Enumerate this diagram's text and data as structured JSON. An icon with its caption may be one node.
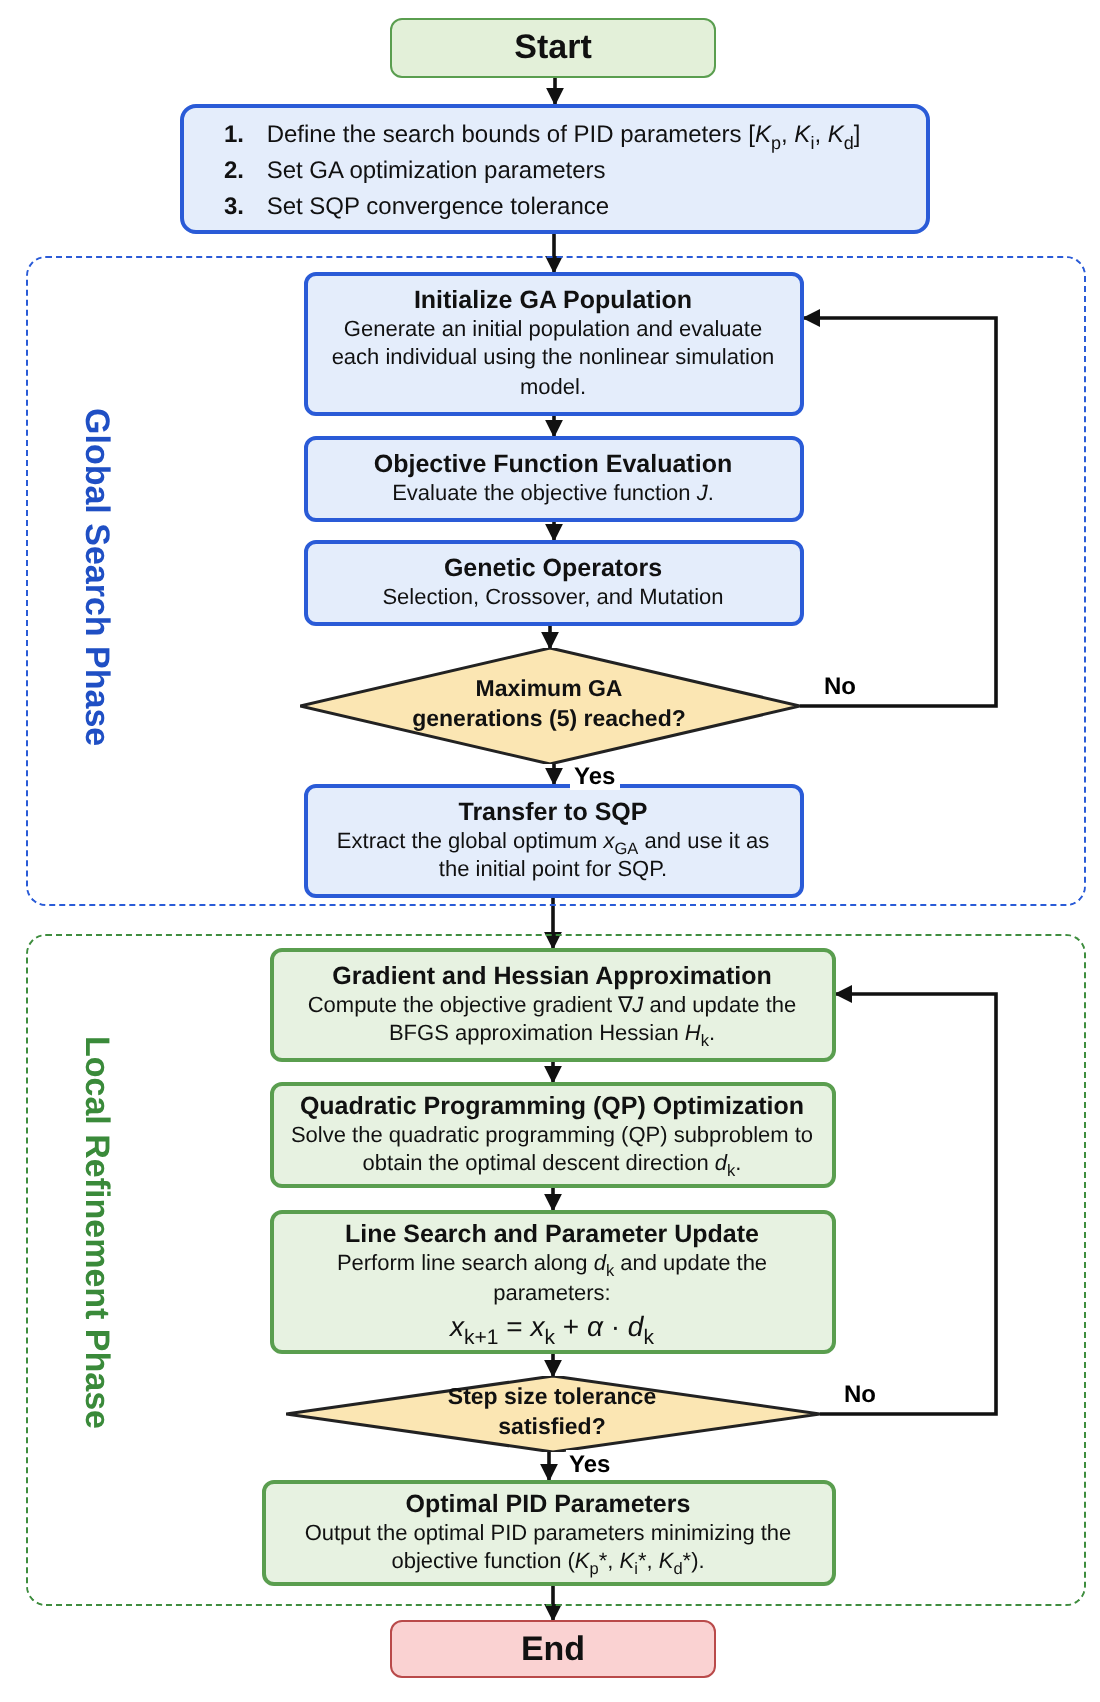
{
  "diagram": {
    "nodes": [
      {
        "text": [
          "Start"
        ]
      },
      {
        "text": [
          "**1.** Define the search bounds of PID parameters [*K*$_{p}$, *K*$_{i}$, *K*$_{d}$]",
          "**2.** Set GA optimization parameters",
          "**3.** Set SQP convergence tolerance"
        ]
      },
      {
        "text": [
          "Global Search Phase"
        ]
      },
      {
        "text": [
          "Initialize GA Population",
          "Generate an initial population and evaluate each individual using the nonlinear simulation model."
        ],
        "in": 2
      },
      {
        "text": [
          "Objective Function Evaluation",
          "Evaluate the objective function *J*."
        ],
        "in": 2
      },
      {
        "text": [
          "Genetic Operators",
          "Selection, Crossover, and Mutation"
        ],
        "in": 2
      },
      {
        "text": [
          "Maximum GA generations (5) reached?"
        ],
        "in": 2
      },
      {
        "text": [
          "Transfer to SQP",
          "Extract the global optimum *x*$_{GA}$ and use it as the initial point for SQP."
        ],
        "in": 2
      },
      {
        "text": [
          "Local Refinement Phase"
        ]
      },
      {
        "text": [
          "Gradient and Hessian Approximation",
          "Compute the objective gradient ∇*J* and update the BFGS approximation Hessian *H*$_{k}$."
        ],
        "in": 8
      },
      {
        "text": [
          "Quadratic Programming (QP) Optimization",
          "Solve the quadratic programming (QP) subproblem to obtain the optimal descent direction *d*$_{k}$."
        ],
        "in": 8
      },
      {
        "text": [
          "Line Search and Parameter Update",
          "Perform line search along *d*$_{k}$ and update the parameters:",
          "*x*$_{k+1}$ = *x*$_{k}$ + *α* · *d*$_{k}$"
        ],
        "in": 8
      },
      {
        "text": [
          "Step size tolerance satisfied?"
        ],
        "in": 8
      },
      {
        "text": [
          "Optimal PID Parameters",
          "Output the optimal PID parameters minimizing the objective function (*K*$_{p}$*, *K*$_{i}$*, *K*$_{d}$*)."
        ],
        "in": 8
      },
      {
        "text": [
          "End"
        ]
      }
    ],
    "edges": [
      {
        "from": 0,
        "to": 1,
        "arrow": "to"
      },
      {
        "from": 1,
        "to": 3,
        "arrow": "to"
      },
      {
        "from": 3,
        "to": 4,
        "arrow": "to"
      },
      {
        "from": 4,
        "to": 5,
        "arrow": "to"
      },
      {
        "from": 5,
        "to": 6,
        "arrow": "to"
      },
      {
        "from": 6,
        "to": 3,
        "arrow": "to",
        "label": "No"
      },
      {
        "from": 6,
        "to": 7,
        "arrow": "to",
        "label": "Yes"
      },
      {
        "from": 7,
        "to": 9,
        "arrow": "to"
      },
      {
        "from": 9,
        "to": 10,
        "arrow": "to"
      },
      {
        "from": 10,
        "to": 11,
        "arrow": "to"
      },
      {
        "from": 11,
        "to": 12,
        "arrow": "to"
      },
      {
        "from": 12,
        "to": 9,
        "arrow": "to",
        "label": "No"
      },
      {
        "from": 12,
        "to": 13,
        "arrow": "to",
        "label": "Yes"
      },
      {
        "from": 13,
        "to": 14,
        "arrow": "to"
      }
    ]
  }
}
